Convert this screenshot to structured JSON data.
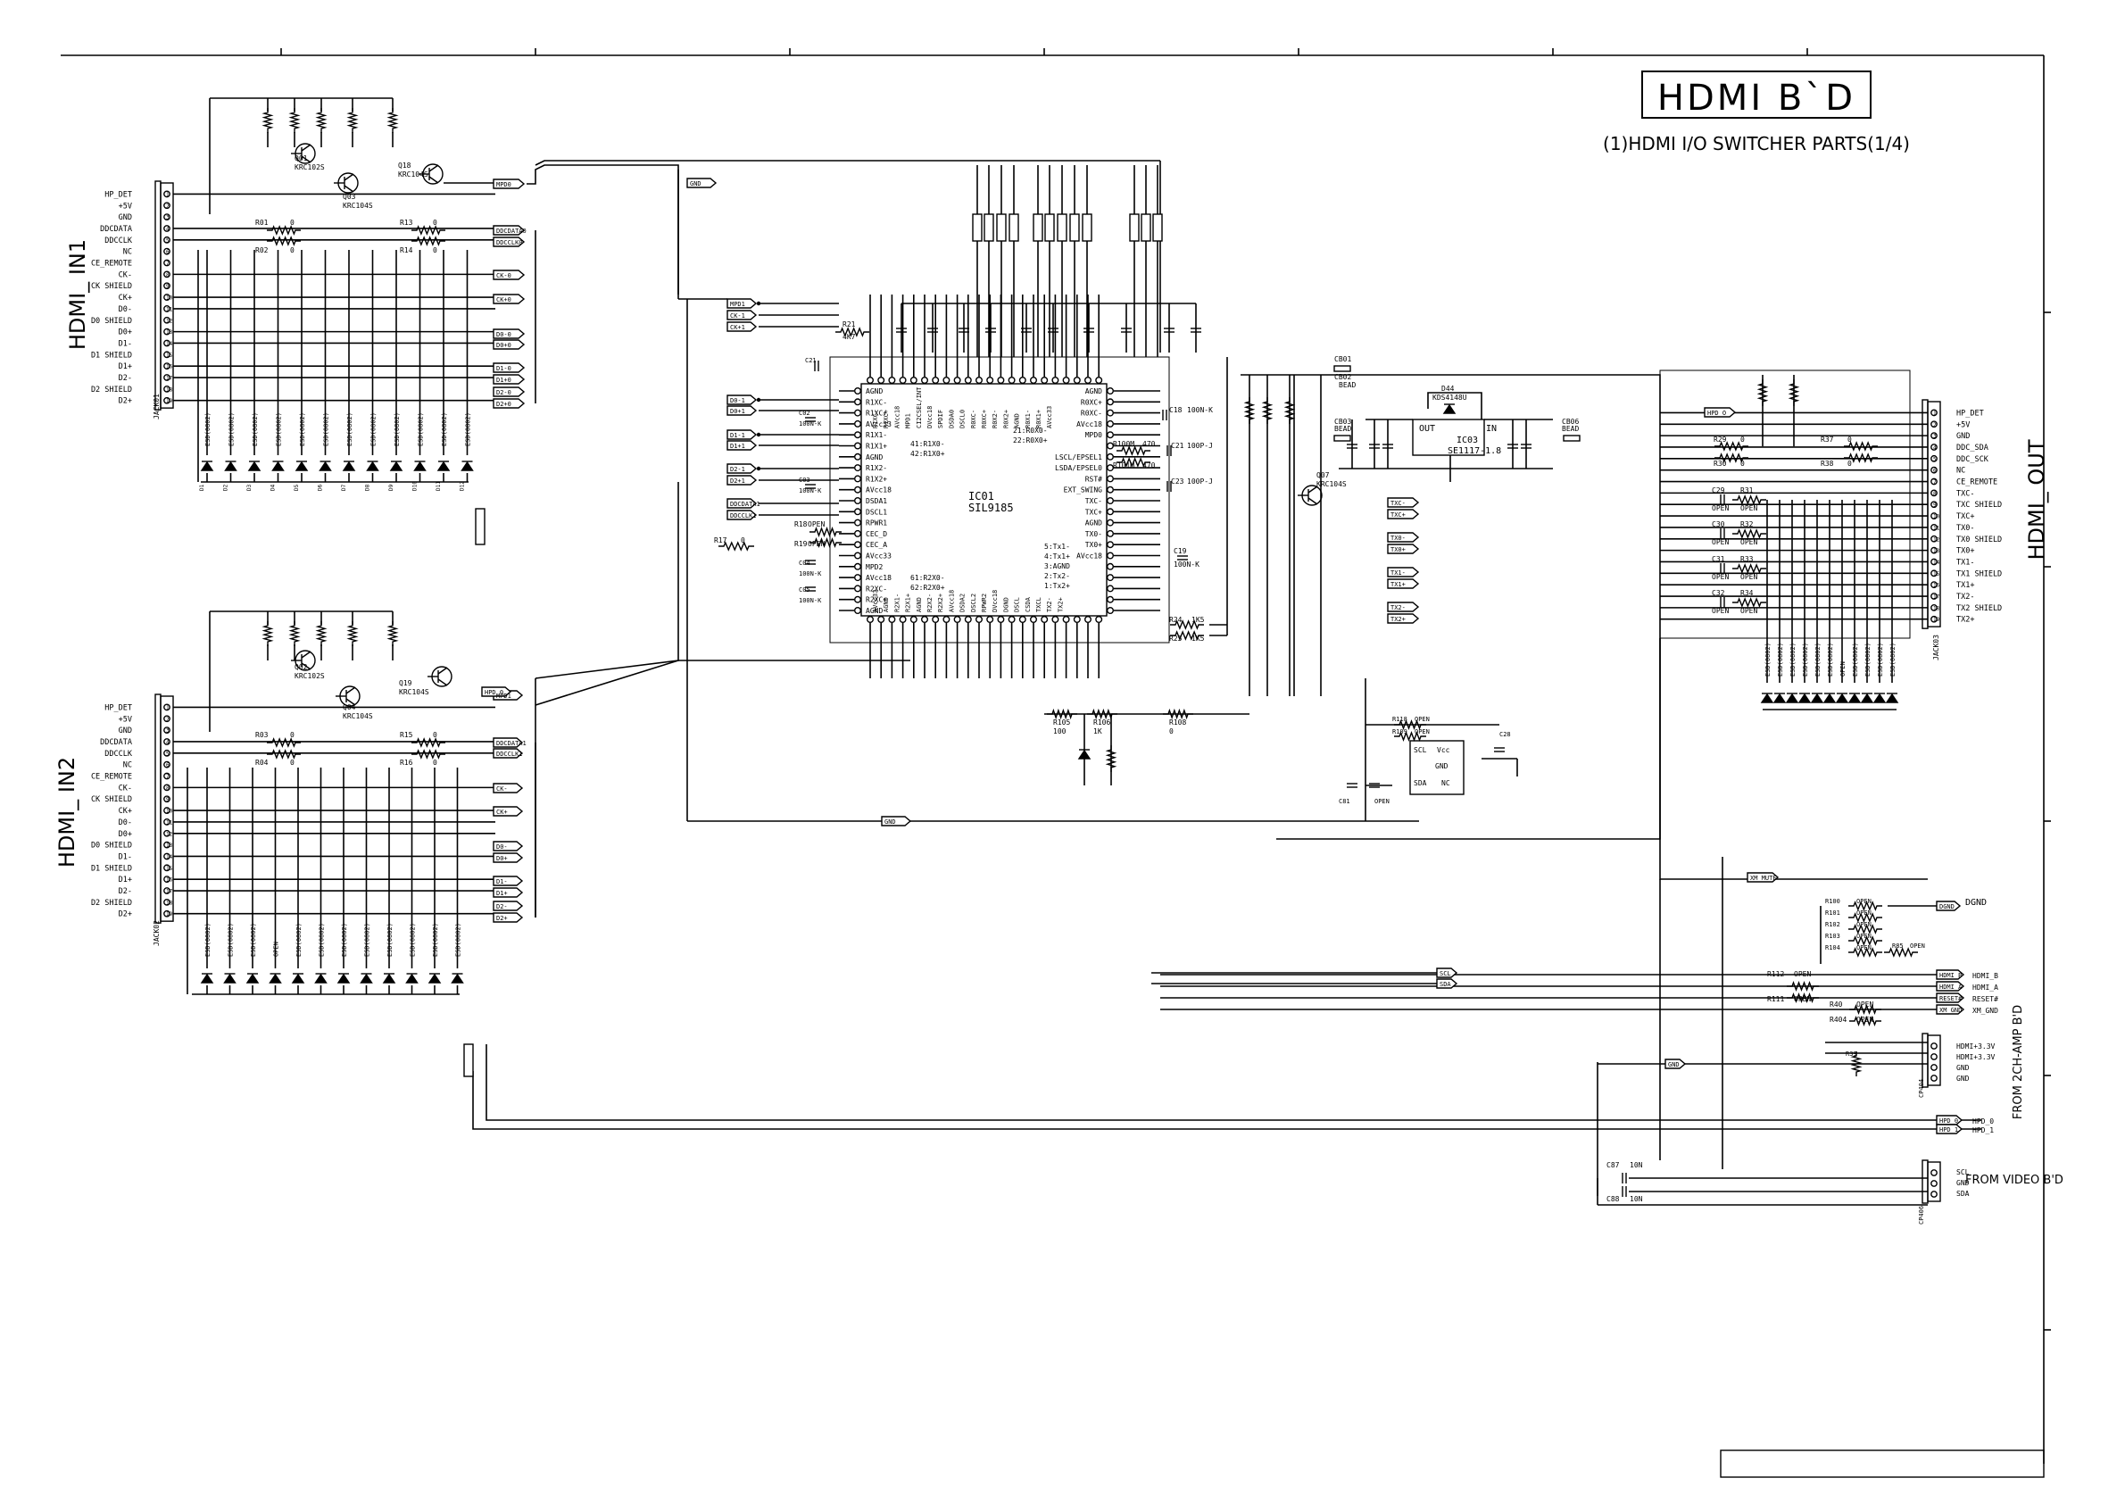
{
  "title_block": {
    "board_name": "HDMI B`D",
    "subtitle": "(1)HDMI I/O SWITCHER PARTS(1/4)"
  },
  "connectors": {
    "in1": {
      "title": "HDMI_ IN1",
      "ref": "JACK01",
      "pins": [
        "HP_DET",
        "+5V",
        "GND",
        "DDCDATA",
        "DDCCLK",
        "NC",
        "CE_REMOTE",
        "CK-",
        "CK SHIELD",
        "CK+",
        "D0-",
        "D0 SHIELD",
        "D0+",
        "D1-",
        "D1 SHIELD",
        "D1+",
        "D2-",
        "D2 SHIELD",
        "D2+"
      ]
    },
    "in2": {
      "title": "HDMI_ IN2",
      "ref": "JACK02",
      "pins": [
        "HP_DET",
        "+5V",
        "GND",
        "DDCDATA",
        "DDCCLK",
        "NC",
        "CE_REMOTE",
        "CK-",
        "CK SHIELD",
        "CK+",
        "D0-",
        "D0+",
        "D0 SHIELD",
        "D1-",
        "D1 SHIELD",
        "D1+",
        "D2-",
        "D2 SHIELD",
        "D2+"
      ]
    },
    "out": {
      "title": "HDMI_ OUT",
      "ref": "JACK03",
      "pins": [
        "HP_DET",
        "+5V",
        "GND",
        "DDC_SDA",
        "DDC_SCK",
        "NC",
        "CE_REMOTE",
        "TXC-",
        "TXC SHIELD",
        "TXC+",
        "TX0-",
        "TX0 SHIELD",
        "TX0+",
        "TX1-",
        "TX1 SHIELD",
        "TX1+",
        "TX2-",
        "TX2 SHIELD",
        "TX2+"
      ]
    }
  },
  "ic_main": {
    "ref": "IC01",
    "part": "SIL9185",
    "left_pins": [
      "AGND",
      "R1XC-",
      "R1XC+",
      "AVcc33",
      "R1X1-",
      "R1X1+",
      "AGND",
      "R1X2-",
      "R1X2+",
      "AVcc18",
      "DSDA1",
      "DSCL1",
      "RPWR1",
      "CEC_D",
      "CEC_A",
      "AVcc33",
      "MPD2",
      "AVcc18",
      "R2XC-",
      "R2XC+",
      "AGND"
    ],
    "right_pins": [
      "AGND",
      "R0XC+",
      "R0XC-",
      "AVcc18",
      "MPD0",
      "",
      "LSCL/EPSEL1",
      "LSDA/EPSEL0",
      "RST#",
      "EXT_SWING",
      "TXC-",
      "TXC+",
      "AGND",
      "TX0-",
      "TX0+",
      "AVcc18",
      "",
      "",
      "",
      "",
      ""
    ],
    "inner_labels": [
      "41:R1X0-",
      "42:R1X0+",
      "21:R0X0-",
      "22:R0X0+",
      "61:R2X0-",
      "62:R2X0+",
      "5:Tx1-",
      "4:Tx1+",
      "3:AGND",
      "2:Tx2-",
      "1:Tx2+"
    ]
  },
  "ic_reg": {
    "ref": "IC03",
    "part": "SE1117-1.8",
    "pin_out": "OUT",
    "pin_in": "IN"
  },
  "ic_eeprom": {
    "pins": [
      "SCL",
      "SDA",
      "Vcc",
      "GND",
      "NC"
    ]
  },
  "transistors": [
    {
      "ref": "Q01",
      "part": "KRC102S"
    },
    {
      "ref": "Q03",
      "part": "KRC104S"
    },
    {
      "ref": "Q18",
      "part": "KRC104S"
    },
    {
      "ref": "Q02",
      "part": "KRC102S"
    },
    {
      "ref": "Q04",
      "part": "KRC104S"
    },
    {
      "ref": "Q19",
      "part": "KRC104S"
    },
    {
      "ref": "Q07",
      "part": "KRC104S"
    }
  ],
  "diode_part": "ESD(0802)",
  "open_label": "OPEN",
  "netlabels_in1": [
    "MPD0",
    "DDCDATA0",
    "DDCCLK0",
    "CK-0",
    "CK+0",
    "D0-0",
    "D0+0",
    "D1-0",
    "D1+0",
    "D2-0",
    "D2+0"
  ],
  "netlabels_in2": [
    "MPD1",
    "DDCDATA1",
    "DDCCLK1",
    "CK-",
    "CK+",
    "D0-",
    "D0+",
    "D1-",
    "D1+",
    "D2-",
    "D2+"
  ],
  "netlabels_chip": [
    "MPD1",
    "CK-1",
    "CK+1",
    "D0-1",
    "D0+1",
    "D1-1",
    "D1+1",
    "D2-1",
    "D2+1",
    "DDCDATA1",
    "DDCCLK1",
    "GND",
    "GND",
    "HPD_0"
  ],
  "netlabels_out": [
    "TXC-",
    "TXC+",
    "TX0-",
    "TX0+",
    "TX1-",
    "TX1+",
    "TX2-",
    "TX2+",
    "HPD_O",
    "XM_MUTE"
  ],
  "passives": [
    {
      "ref": "R01",
      "val": "0"
    },
    {
      "ref": "R02",
      "val": "0"
    },
    {
      "ref": "R13",
      "val": "0"
    },
    {
      "ref": "R14",
      "val": "0"
    },
    {
      "ref": "R03",
      "val": "0"
    },
    {
      "ref": "R04",
      "val": "0"
    },
    {
      "ref": "R15",
      "val": "0"
    },
    {
      "ref": "R16",
      "val": "0"
    },
    {
      "ref": "R21",
      "val": "4K7"
    },
    {
      "ref": "R17",
      "val": "0"
    },
    {
      "ref": "R18",
      "val": "OPEN"
    },
    {
      "ref": "R19",
      "val": "OPEN"
    },
    {
      "ref": "R100M",
      "val": "470"
    },
    {
      "ref": "R101M",
      "val": "470"
    },
    {
      "ref": "C18",
      "val": "100N-K"
    },
    {
      "ref": "C21",
      "val": "100P-J"
    },
    {
      "ref": "C23",
      "val": "100P-J"
    },
    {
      "ref": "C19",
      "val": "100N-K"
    },
    {
      "ref": "R24",
      "val": "1K5"
    },
    {
      "ref": "R25",
      "val": "1K5"
    },
    {
      "ref": "R105",
      "val": "100"
    },
    {
      "ref": "R106",
      "val": "1K"
    },
    {
      "ref": "R108",
      "val": "0"
    },
    {
      "ref": "R29",
      "val": "0"
    },
    {
      "ref": "R30",
      "val": "0"
    },
    {
      "ref": "R37",
      "val": "0"
    },
    {
      "ref": "R38",
      "val": "0"
    },
    {
      "ref": "R31",
      "val": "OPEN"
    },
    {
      "ref": "R32",
      "val": "OPEN"
    },
    {
      "ref": "R33",
      "val": "OPEN"
    },
    {
      "ref": "R34",
      "val": "OPEN"
    },
    {
      "ref": "C29",
      "val": "OPEN"
    },
    {
      "ref": "C30",
      "val": "OPEN"
    },
    {
      "ref": "C31",
      "val": "OPEN"
    },
    {
      "ref": "C32",
      "val": "OPEN"
    },
    {
      "ref": "R108",
      "val": "OPEN"
    },
    {
      "ref": "R109",
      "val": "OPEN"
    },
    {
      "ref": "R100",
      "val": "OPEN"
    },
    {
      "ref": "R101",
      "val": "OPEN"
    },
    {
      "ref": "R102",
      "val": "OPEN"
    },
    {
      "ref": "R103",
      "val": "OPEN"
    },
    {
      "ref": "R104",
      "val": "OPEN"
    },
    {
      "ref": "R85",
      "val": "OPEN"
    },
    {
      "ref": "R112",
      "val": "OPEN"
    },
    {
      "ref": "R111",
      "val": "OPEN"
    },
    {
      "ref": "R40",
      "val": "OPEN"
    },
    {
      "ref": "R404",
      "val": "OPEN"
    },
    {
      "ref": "R39",
      "val": ""
    },
    {
      "ref": "C87",
      "val": "10N"
    },
    {
      "ref": "C88",
      "val": "10N"
    },
    {
      "ref": "CB01",
      "val": "BEAD"
    },
    {
      "ref": "CB02",
      "val": "BEAD"
    },
    {
      "ref": "CB03",
      "val": "BEAD"
    },
    {
      "ref": "CB06",
      "val": "BEAD"
    },
    {
      "ref": "D44",
      "val": "KDS4148U"
    }
  ],
  "right_section": {
    "dgnd": {
      "net": "DGND",
      "label": "DGND"
    },
    "hdmi_sel": [
      {
        "net": "HDMI_B",
        "label": "HDMI_B"
      },
      {
        "net": "HDMI_A",
        "label": "HDMI_A"
      },
      {
        "net": "RESET#",
        "label": "RESET#"
      },
      {
        "net": "XM_GND",
        "label": "XM_GND"
      }
    ],
    "nets_mid": [
      "SCL",
      "SDA",
      "GND"
    ],
    "cp_amp": {
      "ref": "CP404",
      "pins": [
        "HDMI+3.3V",
        "HDMI+3.3V",
        "GND",
        "GND"
      ],
      "caption": "FROM 2CH-AMP B'D"
    },
    "hpd": [
      {
        "net": "HPD_0",
        "label": "HPD_0"
      },
      {
        "net": "HPD_1",
        "label": "HPD_1"
      }
    ],
    "cp_video": {
      "ref": "CP406",
      "pins": [
        "SCL",
        "GND",
        "SDA"
      ],
      "caption": "FROM VIDEO B'D"
    }
  }
}
